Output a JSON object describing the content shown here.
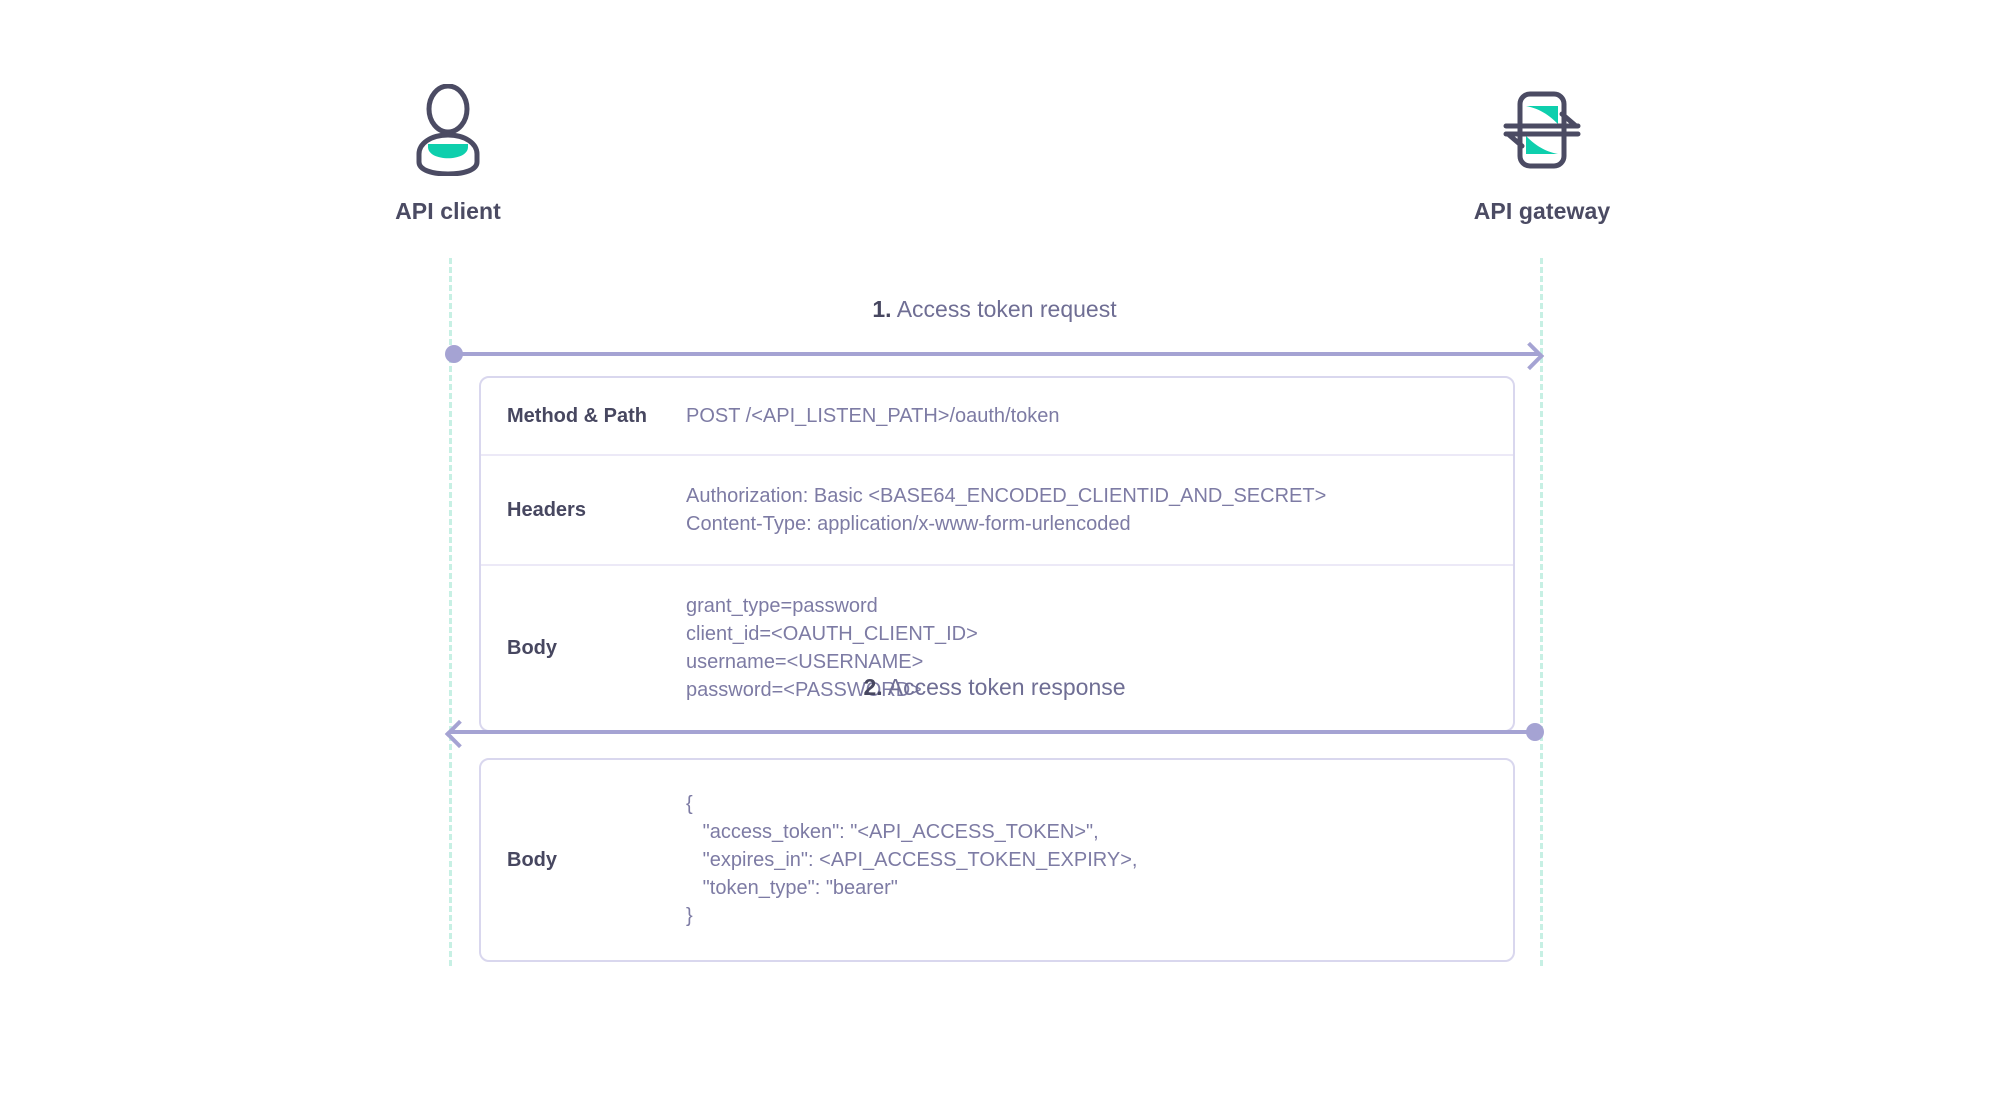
{
  "actors": [
    {
      "id": "api-client",
      "label": "API client",
      "icon": "user-icon"
    },
    {
      "id": "api-gateway",
      "label": "API gateway",
      "icon": "gateway-icon"
    }
  ],
  "messages": [
    {
      "step": "1.",
      "label": "Access token request",
      "direction": "right",
      "from": "api-client",
      "to": "api-gateway"
    },
    {
      "step": "2.",
      "label": "Access token response",
      "direction": "left",
      "from": "api-gateway",
      "to": "api-client"
    }
  ],
  "request_table": {
    "rows": [
      {
        "key": "Method & Path",
        "lines": [
          "POST /<API_LISTEN_PATH>/oauth/token"
        ]
      },
      {
        "key": "Headers",
        "lines": [
          "Authorization: Basic <BASE64_ENCODED_CLIENTID_AND_SECRET>",
          "Content-Type: application/x-www-form-urlencoded"
        ]
      },
      {
        "key": "Body",
        "lines": [
          "grant_type=password",
          "client_id=<OAUTH_CLIENT_ID>",
          "username=<USERNAME>",
          "password=<PASSWORD>"
        ]
      }
    ]
  },
  "response_table": {
    "rows": [
      {
        "key": "Body",
        "lines": [
          "{",
          "   \"access_token\": \"<API_ACCESS_TOKEN>\",",
          "   \"expires_in\": <API_ACCESS_TOKEN_EXPIRY>,",
          "   \"token_type\": \"bearer\"",
          "}"
        ]
      }
    ]
  },
  "colors": {
    "actor_label": "#4b4b63",
    "icon_outline": "#4b4b63",
    "icon_accent_teal": "#0ecfad",
    "lifeline": "#c7f0e4",
    "arrow": "#a5a3d3",
    "table_border": "#d9d7ee",
    "table_divider": "#ece9f7",
    "key_text": "#474760",
    "value_text": "#7d7ba4",
    "background": "#ffffff"
  }
}
